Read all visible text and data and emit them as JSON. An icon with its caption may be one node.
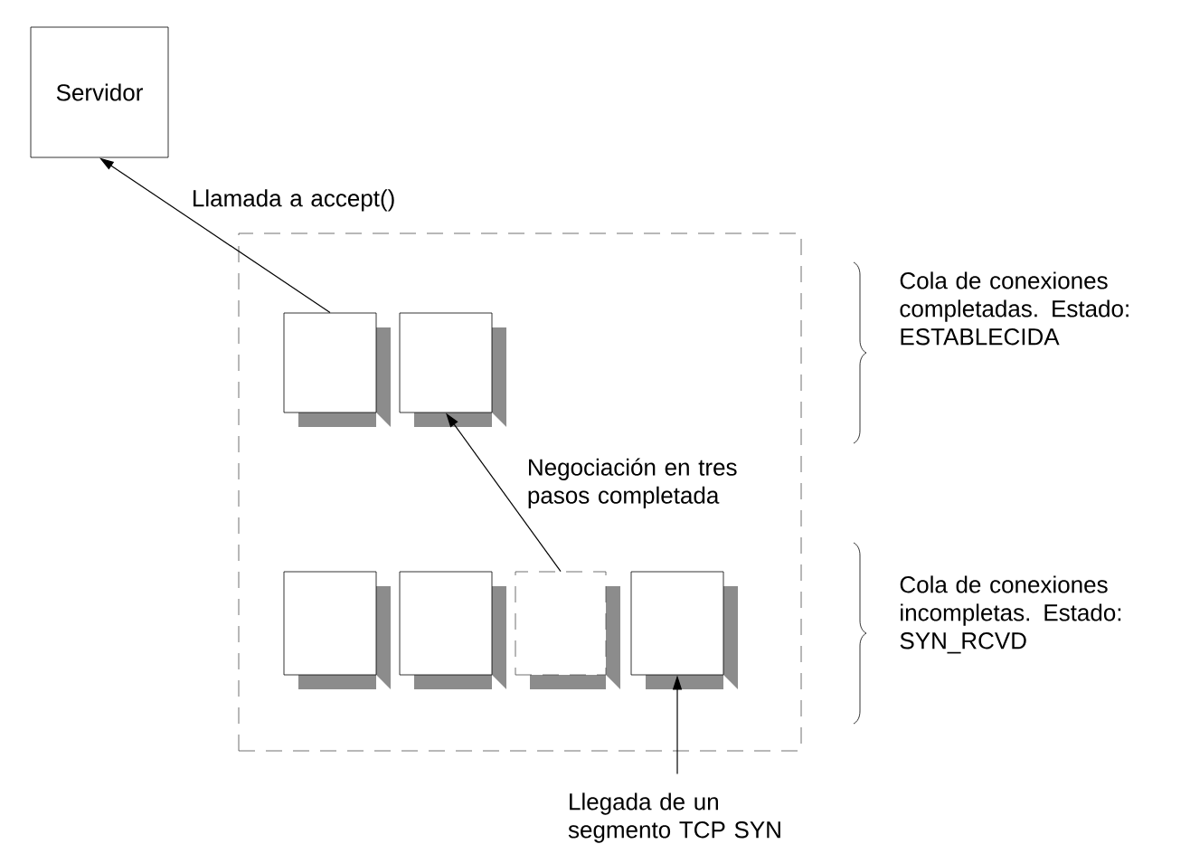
{
  "diagram": {
    "nodes": [
      {
        "text": [
          "Servidor"
        ]
      },
      {
        "text": [],
        "shape": "box"
      },
      {
        "text": [],
        "shape": "box",
        "in": 1
      },
      {
        "text": [],
        "shape": "box",
        "in": 1
      },
      {
        "text": [],
        "shape": "box",
        "in": 1
      },
      {
        "text": [],
        "shape": "box",
        "in": 1
      },
      {
        "text": [],
        "shape": "box",
        "in": 1
      },
      {
        "text": [],
        "shape": "box",
        "in": 1
      },
      {
        "text": [
          "Llegada de un segmento TCP SYN"
        ]
      }
    ],
    "edges": [
      {
        "from": 2,
        "to": 0,
        "arrow": "to",
        "label": "Llamada a accept()"
      },
      {
        "from": 6,
        "to": 3,
        "arrow": "to",
        "label": "Negociación en tres pasos completada"
      },
      {
        "from": 8,
        "to": 7,
        "arrow": "to"
      }
    ],
    "labels": [
      "Cola de conexiones completadas. Estado: ESTABLECIDA",
      "Cola de conexiones incompletas. Estado: SYN_RCVD"
    ]
  }
}
